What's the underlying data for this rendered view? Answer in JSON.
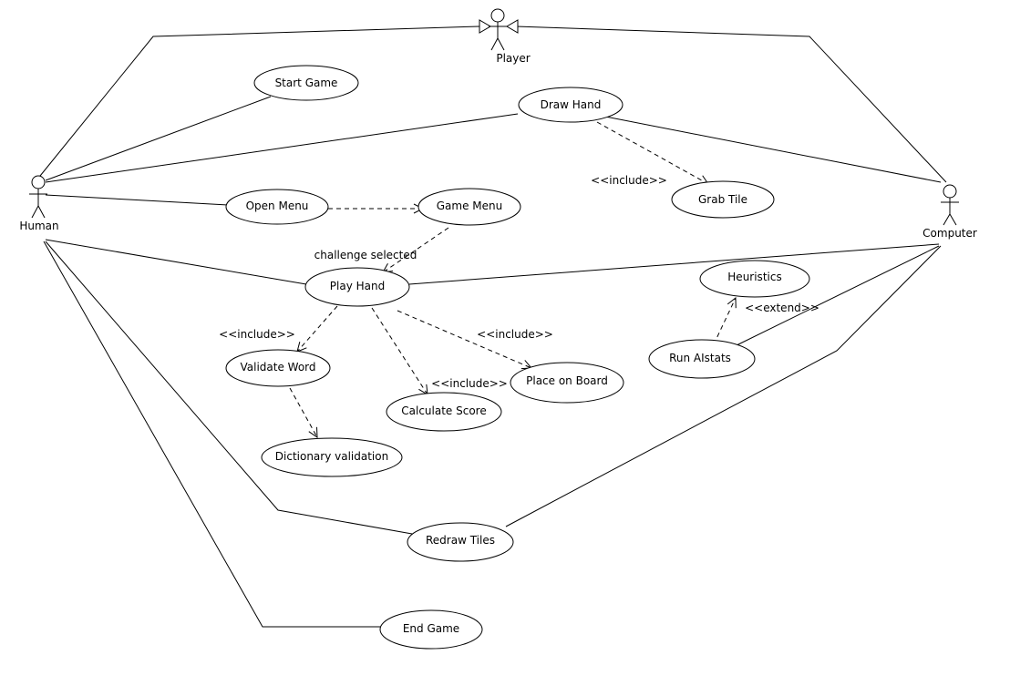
{
  "diagram": {
    "actors": {
      "player": "Player",
      "human": "Human",
      "computer": "Computer"
    },
    "use_cases": {
      "start_game": "Start Game",
      "draw_hand": "Draw Hand",
      "grab_tile": "Grab Tile",
      "open_menu": "Open Menu",
      "game_menu": "Game Menu",
      "play_hand": "Play Hand",
      "heuristics": "Heuristics",
      "validate_word": "Validate Word",
      "calculate_score": "Calculate Score",
      "place_on_board": "Place on Board",
      "run_aistats": "Run AIstats",
      "dictionary_validation": "Dictionary validation",
      "redraw_tiles": "Redraw Tiles",
      "end_game": "End Game"
    },
    "relation_labels": {
      "include_grab_tile": "<<include>>",
      "challenge_selected": "challenge selected",
      "include_validate_word": "<<include>>",
      "include_place_on_board": "<<include>>",
      "include_calculate_score": "<<include>>",
      "extend_heuristics": "<<extend>>"
    }
  }
}
